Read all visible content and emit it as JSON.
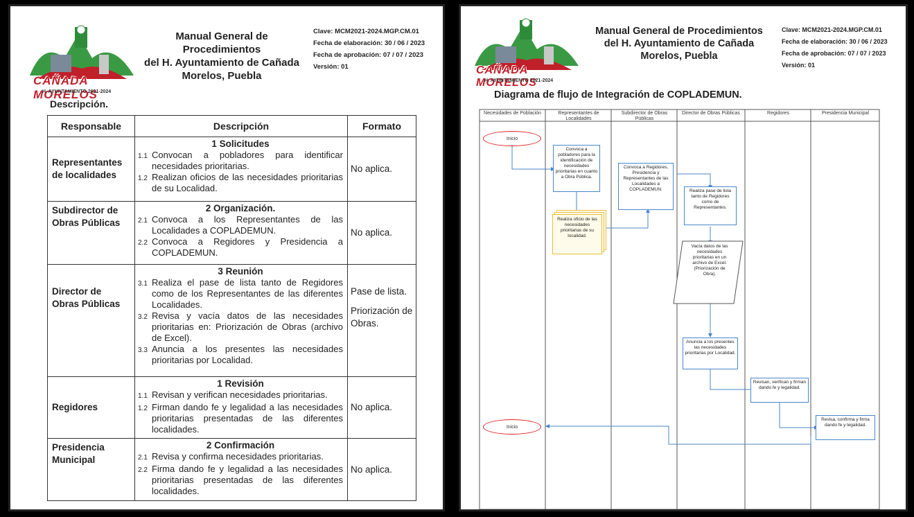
{
  "header": {
    "logo_name": "CAÑADA MORELOS",
    "logo_sub": "H. AYUNTAMIENTO 2021-2024",
    "title_line1": "Manual General de Procedimientos",
    "title_line2": "del H. Ayuntamiento de Cañada",
    "title_line3": "Morelos, Puebla",
    "clave": "Clave: MCM2021-2024.MGP.CM.01",
    "fecha_elab": "Fecha de elaboración: 30 / 06 / 2023",
    "fecha_aprob": "Fecha de aprobación: 07 / 07 / 2023",
    "version": "Versión: 01"
  },
  "left_page": {
    "section_label": "Descripción.",
    "columns": [
      "Responsable",
      "Descripción",
      "Formato"
    ],
    "rows": [
      {
        "responsable": "Representantes de localidades",
        "title": "1  Solicitudes",
        "items": [
          {
            "num": "1.1",
            "text": "Convocan a pobladores para identificar necesidades prioritarias."
          },
          {
            "num": "1.2",
            "text": "Realizan oficios de las necesidades prioritarias de su Localidad."
          }
        ],
        "formato": "No aplica."
      },
      {
        "responsable": "Subdirector de Obras Públicas",
        "title": "2  Organización.",
        "items": [
          {
            "num": "2.1",
            "text": "Convoca a los Representantes de las Localidades a COPLADEMUN."
          },
          {
            "num": "2.2",
            "text": "Convoca a Regidores y Presidencia a COPLADEMUN."
          }
        ],
        "formato": "No aplica."
      },
      {
        "responsable": "Director de Obras Públicas",
        "title": "3  Reunión",
        "items": [
          {
            "num": "3.1",
            "text": "Realiza el pase de lista tanto de Regidores como de los Representantes de las diferentes Localidades."
          },
          {
            "num": "3.2",
            "text": "Revisa y vacía datos de las necesidades prioritarias en: Priorización de Obras (archivo de Excel)."
          },
          {
            "num": "3.3",
            "text": "Anuncia a los presentes las necesidades prioritarias por Localidad."
          }
        ],
        "formato": "Pase de lista.",
        "formato2": "Priorización de Obras."
      },
      {
        "responsable": "Regidores",
        "title": "1  Revisión",
        "items": [
          {
            "num": "1.1",
            "text": "Revisan y verifican necesidades prioritarias."
          },
          {
            "num": "1.2",
            "text": "Firman dando fe y legalidad a las necesidades prioritarias presentadas de las diferentes localidades."
          }
        ],
        "formato": "No aplica."
      },
      {
        "responsable": "Presidencia Municipal",
        "title": "2  Confirmación",
        "items": [
          {
            "num": "2.1",
            "text": "Revisa y confirma necesidades prioritarias."
          },
          {
            "num": "2.2",
            "text": "Firma dando fe y legalidad a las necesidades prioritarias presentadas de las diferentes localidades."
          }
        ],
        "formato": "No aplica."
      }
    ]
  },
  "right_page": {
    "diagram_title": "Diagrama de flujo de Integración de COPLADEMUN.",
    "lanes": [
      "Necesidades de Población",
      "Representantes de Localidades",
      "Subdirector de Obras Públicas",
      "Director de Obras Públicas",
      "Regidores",
      "Presidencia Municipal"
    ],
    "nodes": {
      "inicio_top": "Inicio",
      "convoca_pobladores": "Convoca a pobladores para la identificación de necesidades prioritarias en cuanto a Obra Pública.",
      "convoca_regidores": "Convoca a Regidores, Presidencia y Representantes de las Localidades a COPLADEMUN.",
      "pase_lista": "Realiza pase de lista tanto de Regidores como de Representantes.",
      "realiza_oficio": "Realiza oficio de las necesidades prioritarias de su localidad.",
      "vacia_datos": "Vacía datos de las necesidades prioritarias en un archivo de Excel. (Priorización de Obra).",
      "anuncia": "Anuncia a los presentes las necesidades prioritarias por Localidad.",
      "revisan": "Revisan, verifican y firman dando fe y legalidad.",
      "revisa_confirma": "Revisa, confirma y firma dando fe y legalidad.",
      "inicio_bottom": "Inicio"
    }
  },
  "colors": {
    "logo_red": "#c0202a",
    "logo_green": "#2e8b3a",
    "flow_blue": "#4a86c8",
    "oval_red": "#dd2222",
    "doc_yellow": "#e8c040"
  }
}
